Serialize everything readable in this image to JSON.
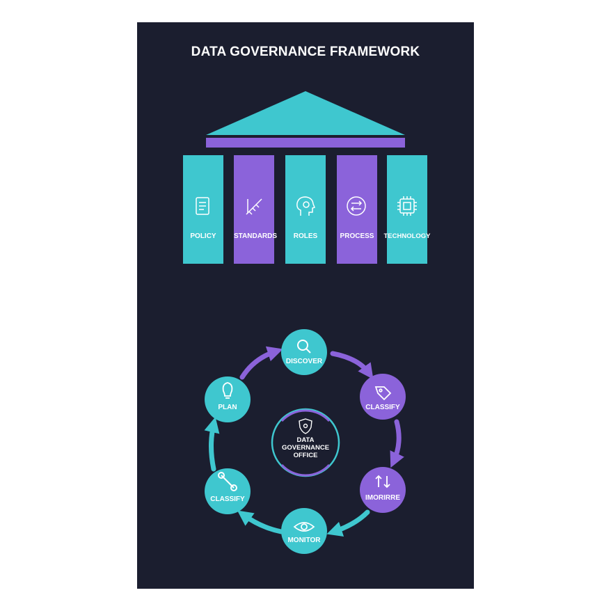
{
  "title": "DATA GOVERNANCE FRAMEWORK",
  "colors": {
    "background": "#1b1e2f",
    "teal": "#3fc7cf",
    "purple": "#8b63da",
    "text": "#ffffff"
  },
  "pillars": [
    {
      "label": "POLICY",
      "icon": "scroll-icon",
      "color": "teal"
    },
    {
      "label": "STANDARDS",
      "icon": "ruler-pencil-icon",
      "color": "purple"
    },
    {
      "label": "ROLES",
      "icon": "head-gear-icon",
      "color": "teal"
    },
    {
      "label": "PROCESS",
      "icon": "arrows-exchange-icon",
      "color": "purple"
    },
    {
      "label": "TECHNOLOGY",
      "icon": "chip-icon",
      "color": "teal"
    }
  ],
  "cycle": {
    "center": {
      "line1": "DATA",
      "line2": "GOVERNANCE",
      "line3": "OFFICE",
      "icon": "shield-icon"
    },
    "nodes": [
      {
        "label": "DISCOVER",
        "icon": "search-icon",
        "color": "teal"
      },
      {
        "label": "CLASSIFY",
        "icon": "tag-icon",
        "color": "purple"
      },
      {
        "label": "IMORIRRE",
        "icon": "arrows-updown-icon",
        "color": "purple"
      },
      {
        "label": "MONITOR",
        "icon": "eye-icon",
        "color": "teal"
      },
      {
        "label": "CLASSIFY",
        "icon": "wrench-icon",
        "color": "teal"
      },
      {
        "label": "PLAN",
        "icon": "lightbulb-icon",
        "color": "teal"
      }
    ]
  }
}
